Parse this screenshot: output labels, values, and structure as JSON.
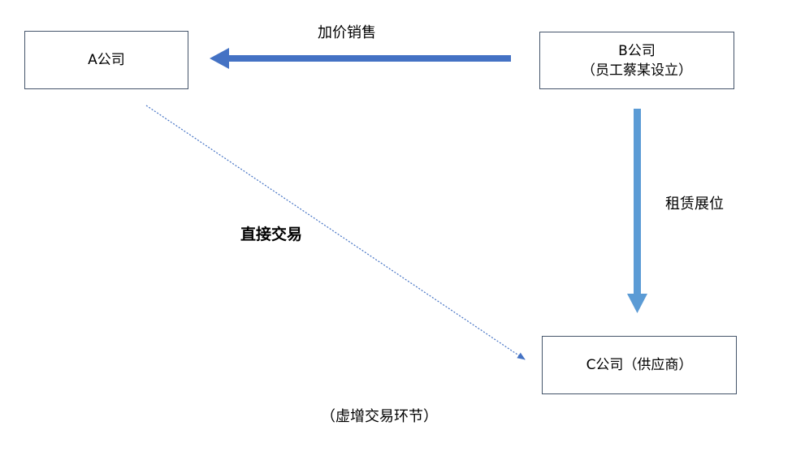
{
  "nodes": {
    "a": {
      "label": "A公司"
    },
    "b": {
      "line1": "B公司",
      "line2": "（员工蔡某设立）"
    },
    "c": {
      "label": "C公司（供应商）"
    }
  },
  "edges": {
    "b_to_a": {
      "label": "加价销售"
    },
    "b_to_c": {
      "label": "租赁展位"
    },
    "a_to_c": {
      "label": "直接交易"
    }
  },
  "note": "（虚增交易环节）",
  "colors": {
    "arrow_blue": "#4472c4",
    "arrow_light_blue": "#5b9bd5",
    "box_border": "#44546a"
  }
}
